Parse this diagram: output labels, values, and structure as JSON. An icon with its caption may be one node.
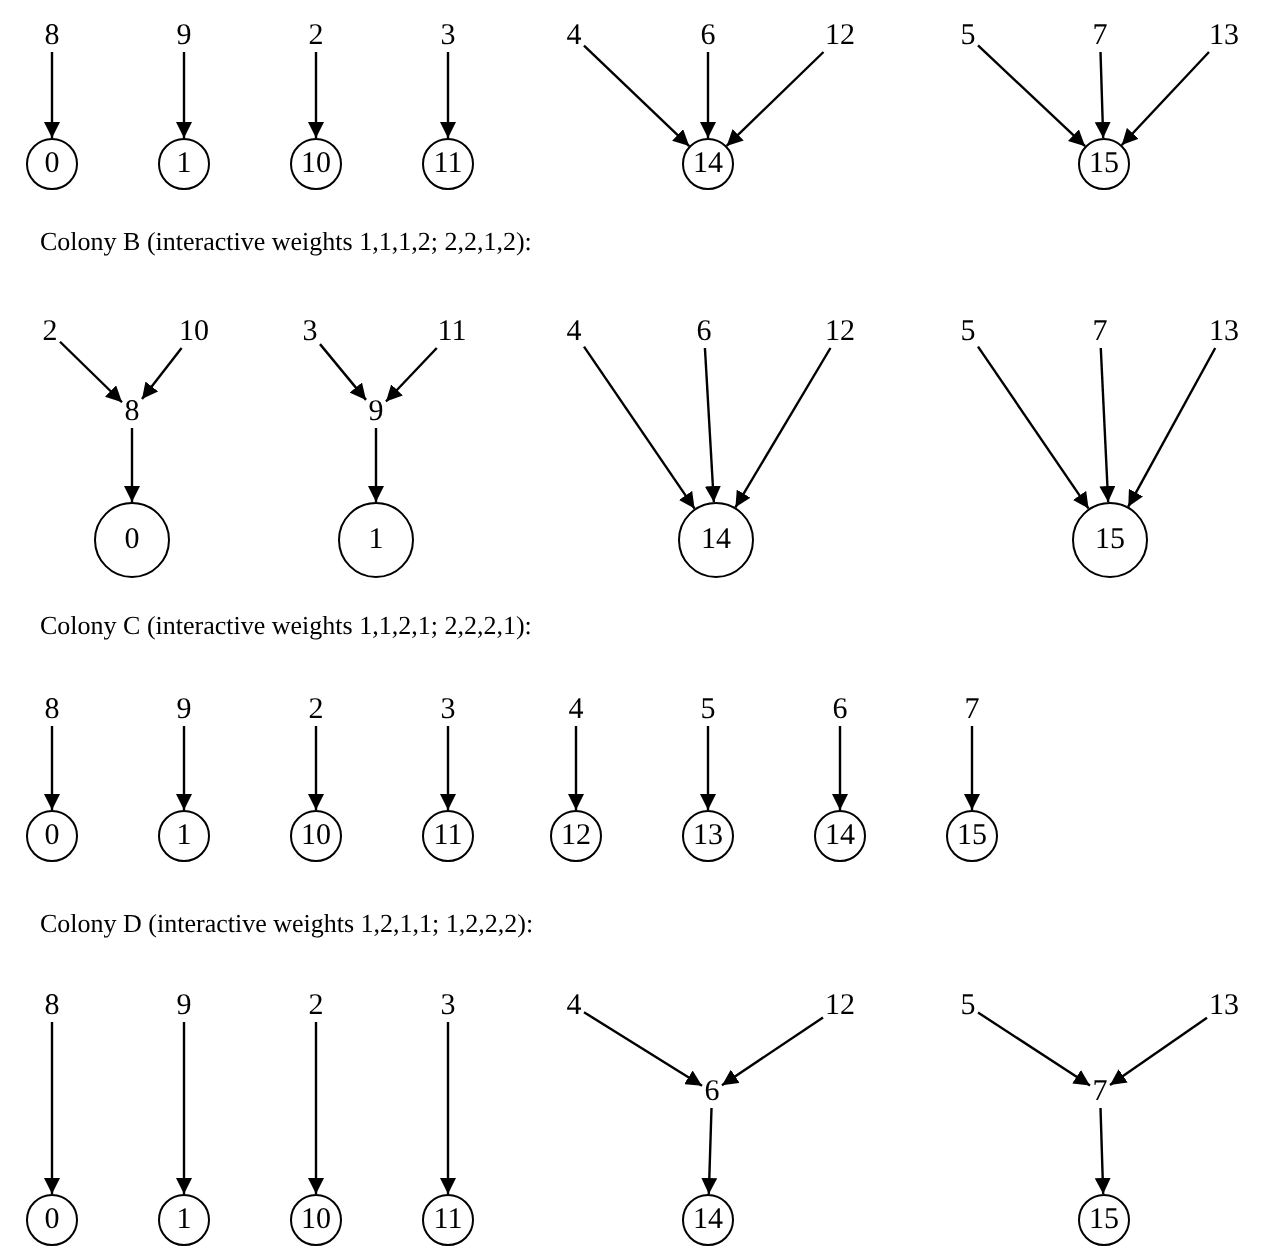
{
  "diagram": {
    "nodes": [
      {
        "text": [
          "8"
        ]
      },
      {
        "text": [
          "9"
        ]
      },
      {
        "text": [
          "2"
        ]
      },
      {
        "text": [
          "3"
        ]
      },
      {
        "text": [
          "4"
        ]
      },
      {
        "text": [
          "6"
        ]
      },
      {
        "text": [
          "12"
        ]
      },
      {
        "text": [
          "5"
        ]
      },
      {
        "text": [
          "7"
        ]
      },
      {
        "text": [
          "13"
        ]
      },
      {
        "text": [
          "0"
        ]
      },
      {
        "text": [
          "1"
        ]
      },
      {
        "text": [
          "10"
        ]
      },
      {
        "text": [
          "11"
        ]
      },
      {
        "text": [
          "14"
        ]
      },
      {
        "text": [
          "15"
        ]
      },
      {
        "text": [
          "2"
        ]
      },
      {
        "text": [
          "10"
        ]
      },
      {
        "text": [
          "3"
        ]
      },
      {
        "text": [
          "11"
        ]
      },
      {
        "text": [
          "4"
        ]
      },
      {
        "text": [
          "6"
        ]
      },
      {
        "text": [
          "12"
        ]
      },
      {
        "text": [
          "5"
        ]
      },
      {
        "text": [
          "7"
        ]
      },
      {
        "text": [
          "13"
        ]
      },
      {
        "text": [
          "8"
        ]
      },
      {
        "text": [
          "9"
        ]
      },
      {
        "text": [
          "0"
        ]
      },
      {
        "text": [
          "1"
        ]
      },
      {
        "text": [
          "14"
        ]
      },
      {
        "text": [
          "15"
        ]
      },
      {
        "text": [
          "8"
        ]
      },
      {
        "text": [
          "9"
        ]
      },
      {
        "text": [
          "2"
        ]
      },
      {
        "text": [
          "3"
        ]
      },
      {
        "text": [
          "4"
        ]
      },
      {
        "text": [
          "5"
        ]
      },
      {
        "text": [
          "6"
        ]
      },
      {
        "text": [
          "7"
        ]
      },
      {
        "text": [
          "0"
        ]
      },
      {
        "text": [
          "1"
        ]
      },
      {
        "text": [
          "10"
        ]
      },
      {
        "text": [
          "11"
        ]
      },
      {
        "text": [
          "12"
        ]
      },
      {
        "text": [
          "13"
        ]
      },
      {
        "text": [
          "14"
        ]
      },
      {
        "text": [
          "15"
        ]
      },
      {
        "text": [
          "8"
        ]
      },
      {
        "text": [
          "9"
        ]
      },
      {
        "text": [
          "2"
        ]
      },
      {
        "text": [
          "3"
        ]
      },
      {
        "text": [
          "4"
        ]
      },
      {
        "text": [
          "12"
        ]
      },
      {
        "text": [
          "5"
        ]
      },
      {
        "text": [
          "13"
        ]
      },
      {
        "text": [
          "6"
        ]
      },
      {
        "text": [
          "7"
        ]
      },
      {
        "text": [
          "0"
        ]
      },
      {
        "text": [
          "1"
        ]
      },
      {
        "text": [
          "10"
        ]
      },
      {
        "text": [
          "11"
        ]
      },
      {
        "text": [
          "14"
        ]
      },
      {
        "text": [
          "15"
        ]
      }
    ],
    "edges": [
      {
        "from": 0,
        "to": 10,
        "arrow": "to"
      },
      {
        "from": 1,
        "to": 11,
        "arrow": "to"
      },
      {
        "from": 2,
        "to": 12,
        "arrow": "to"
      },
      {
        "from": 3,
        "to": 13,
        "arrow": "to"
      },
      {
        "from": 4,
        "to": 14,
        "arrow": "to"
      },
      {
        "from": 5,
        "to": 14,
        "arrow": "to"
      },
      {
        "from": 6,
        "to": 14,
        "arrow": "to"
      },
      {
        "from": 7,
        "to": 15,
        "arrow": "to"
      },
      {
        "from": 8,
        "to": 15,
        "arrow": "to"
      },
      {
        "from": 9,
        "to": 15,
        "arrow": "to"
      },
      {
        "from": 16,
        "to": 26,
        "arrow": "to"
      },
      {
        "from": 17,
        "to": 26,
        "arrow": "to"
      },
      {
        "from": 18,
        "to": 27,
        "arrow": "to"
      },
      {
        "from": 19,
        "to": 27,
        "arrow": "to"
      },
      {
        "from": 26,
        "to": 28,
        "arrow": "to"
      },
      {
        "from": 27,
        "to": 29,
        "arrow": "to"
      },
      {
        "from": 20,
        "to": 30,
        "arrow": "to"
      },
      {
        "from": 21,
        "to": 30,
        "arrow": "to"
      },
      {
        "from": 22,
        "to": 30,
        "arrow": "to"
      },
      {
        "from": 23,
        "to": 31,
        "arrow": "to"
      },
      {
        "from": 24,
        "to": 31,
        "arrow": "to"
      },
      {
        "from": 25,
        "to": 31,
        "arrow": "to"
      },
      {
        "from": 32,
        "to": 40,
        "arrow": "to"
      },
      {
        "from": 33,
        "to": 41,
        "arrow": "to"
      },
      {
        "from": 34,
        "to": 42,
        "arrow": "to"
      },
      {
        "from": 35,
        "to": 43,
        "arrow": "to"
      },
      {
        "from": 36,
        "to": 44,
        "arrow": "to"
      },
      {
        "from": 37,
        "to": 45,
        "arrow": "to"
      },
      {
        "from": 38,
        "to": 46,
        "arrow": "to"
      },
      {
        "from": 39,
        "to": 47,
        "arrow": "to"
      },
      {
        "from": 48,
        "to": 58,
        "arrow": "to"
      },
      {
        "from": 49,
        "to": 59,
        "arrow": "to"
      },
      {
        "from": 50,
        "to": 60,
        "arrow": "to"
      },
      {
        "from": 51,
        "to": 61,
        "arrow": "to"
      },
      {
        "from": 52,
        "to": 56,
        "arrow": "to"
      },
      {
        "from": 53,
        "to": 56,
        "arrow": "to"
      },
      {
        "from": 56,
        "to": 62,
        "arrow": "to"
      },
      {
        "from": 54,
        "to": 57,
        "arrow": "to"
      },
      {
        "from": 55,
        "to": 57,
        "arrow": "to"
      },
      {
        "from": 57,
        "to": 63,
        "arrow": "to"
      }
    ],
    "labels": [
      "Colony B (interactive weights 1,1,1,2; 2,2,1,2):",
      "Colony C (interactive weights 1,1,2,1; 2,2,2,1):",
      "Colony D (interactive weights 1,2,1,1; 1,2,2,2):"
    ]
  }
}
